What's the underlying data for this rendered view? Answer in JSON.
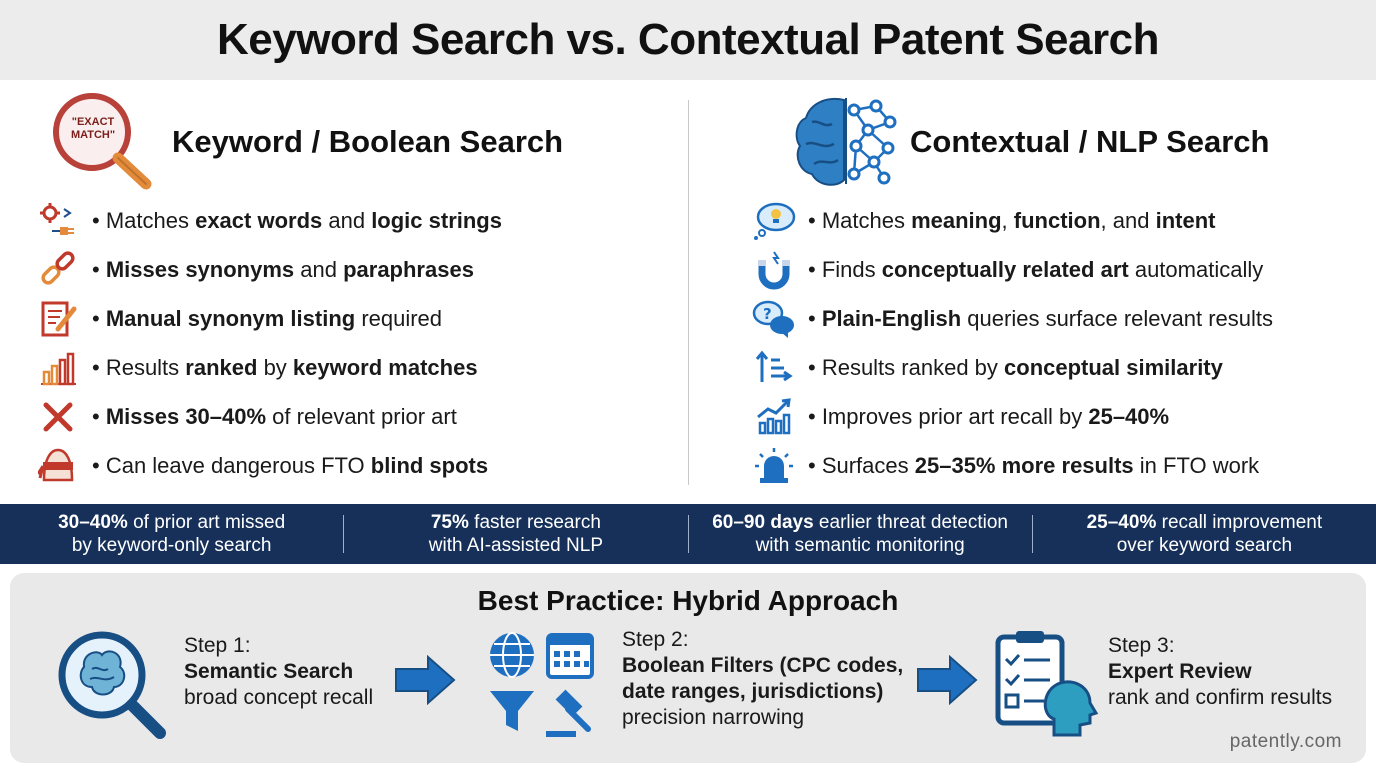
{
  "title": "Keyword Search vs. Contextual Patent Search",
  "left": {
    "heading": "Keyword / Boolean Search",
    "badge_text": "\"EXACT MATCH\"",
    "items": [
      {
        "icon": "gear-plug-icon",
        "parts": [
          {
            "t": "• Matches ",
            "b": false
          },
          {
            "t": "exact words",
            "b": true
          },
          {
            "t": " and ",
            "b": false
          },
          {
            "t": "logic strings",
            "b": true
          }
        ]
      },
      {
        "icon": "broken-link-icon",
        "parts": [
          {
            "t": "• ",
            "b": false
          },
          {
            "t": "Misses synonyms",
            "b": true
          },
          {
            "t": " and ",
            "b": false
          },
          {
            "t": "paraphrases",
            "b": true
          }
        ]
      },
      {
        "icon": "document-pencil-icon",
        "parts": [
          {
            "t": "• ",
            "b": false
          },
          {
            "t": "Manual synonym listing",
            "b": true
          },
          {
            "t": " required",
            "b": false
          }
        ]
      },
      {
        "icon": "bar-chart-icon",
        "parts": [
          {
            "t": "• Results ",
            "b": false
          },
          {
            "t": "ranked",
            "b": true
          },
          {
            "t": " by ",
            "b": false
          },
          {
            "t": "keyword matches",
            "b": true
          }
        ]
      },
      {
        "icon": "x-mark-icon",
        "parts": [
          {
            "t": "• ",
            "b": false
          },
          {
            "t": "Misses 30–40%",
            "b": true
          },
          {
            "t": " of relevant prior art",
            "b": false
          }
        ]
      },
      {
        "icon": "blindfold-icon",
        "parts": [
          {
            "t": "• Can leave dangerous FTO ",
            "b": false
          },
          {
            "t": "blind spots",
            "b": true
          }
        ]
      }
    ]
  },
  "right": {
    "heading": "Contextual / NLP Search",
    "items": [
      {
        "icon": "lightbulb-bubble-icon",
        "parts": [
          {
            "t": "• Matches ",
            "b": false
          },
          {
            "t": "meaning",
            "b": true
          },
          {
            "t": ", ",
            "b": false
          },
          {
            "t": "function",
            "b": true
          },
          {
            "t": ", and ",
            "b": false
          },
          {
            "t": "intent",
            "b": true
          }
        ]
      },
      {
        "icon": "magnet-icon",
        "parts": [
          {
            "t": "• Finds ",
            "b": false
          },
          {
            "t": "conceptually related art",
            "b": true
          },
          {
            "t": " automatically",
            "b": false
          }
        ]
      },
      {
        "icon": "chat-question-icon",
        "parts": [
          {
            "t": "• ",
            "b": false
          },
          {
            "t": "Plain-English",
            "b": true
          },
          {
            "t": " queries surface relevant results",
            "b": false
          }
        ]
      },
      {
        "icon": "sort-list-icon",
        "parts": [
          {
            "t": "• Results ranked by ",
            "b": false
          },
          {
            "t": "conceptual similarity",
            "b": true
          }
        ]
      },
      {
        "icon": "trend-up-icon",
        "parts": [
          {
            "t": "• Improves prior art recall by ",
            "b": false
          },
          {
            "t": "25–40%",
            "b": true
          }
        ]
      },
      {
        "icon": "alert-siren-icon",
        "parts": [
          {
            "t": "• Surfaces ",
            "b": false
          },
          {
            "t": "25–35% more results",
            "b": true
          },
          {
            "t": " in FTO work",
            "b": false
          }
        ]
      }
    ]
  },
  "stats": [
    {
      "bold": "30–40%",
      "rest1": " of prior art missed",
      "line2": "by keyword-only search"
    },
    {
      "bold": "75%",
      "rest1": " faster research",
      "line2": "with AI-assisted NLP"
    },
    {
      "bold": "60–90 days",
      "rest1": " earlier threat detection",
      "line2": "with semantic monitoring"
    },
    {
      "bold": "25–40%",
      "rest1": " recall improvement",
      "line2": "over keyword search"
    }
  ],
  "best_practice": {
    "title": "Best Practice: Hybrid Approach",
    "steps": [
      {
        "label": "Step 1:",
        "name": "Semantic Search",
        "desc": "broad concept recall"
      },
      {
        "label": "Step 2:",
        "name": "Boolean Filters (CPC codes, date ranges, jurisdictions)",
        "desc": "precision narrowing"
      },
      {
        "label": "Step 3:",
        "name": "Expert Review",
        "desc": "rank and confirm results"
      }
    ]
  },
  "brand": "patently.com",
  "colors": {
    "dark_navy": "#16305a",
    "accent_blue": "#1f6fc0",
    "alert_red": "#c0392b",
    "orange": "#e38b3a"
  }
}
